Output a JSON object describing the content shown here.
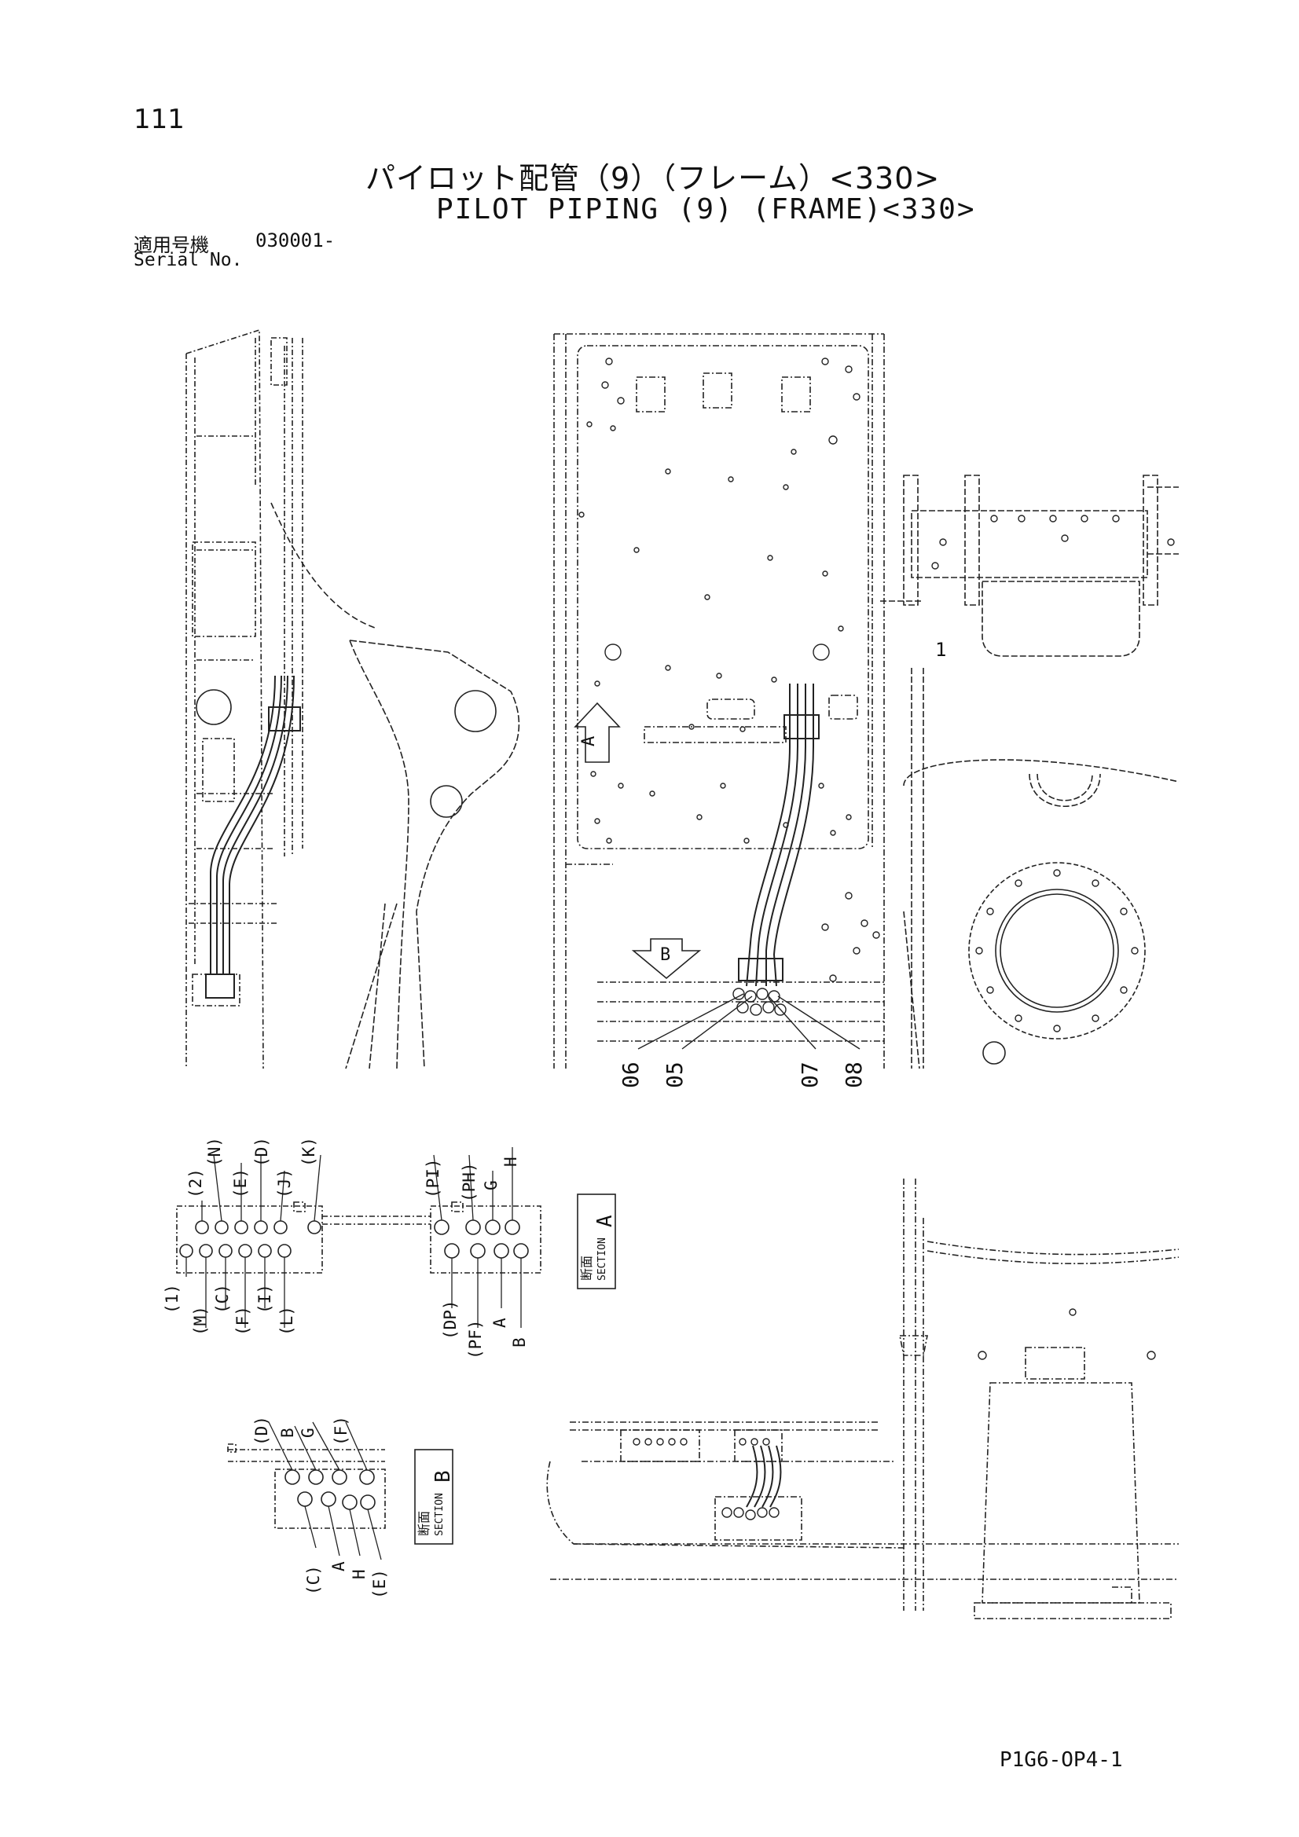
{
  "header": {
    "page_number": "111",
    "title_jp": "パイロット配管（9）（フレーム）<330>",
    "title_en": "PILOT PIPING (9) (FRAME)<330>",
    "serial_label_jp": "適用号機",
    "serial_value": "030001-",
    "serial_label_en": "Serial No."
  },
  "callouts": [
    "06",
    "05",
    "07",
    "08"
  ],
  "part_number_1": "1",
  "section_a": {
    "jp": "断面",
    "en": "SECTION",
    "letter": "A",
    "top_left_ports": [
      "(2)",
      "(N)",
      "(E)",
      "(D)",
      "(J)",
      "(K)"
    ],
    "bottom_left_ports": [
      "(1)",
      "(M)",
      "(C)",
      "(F)",
      "(I)",
      "(L)"
    ],
    "top_right_ports": [
      "(PI)",
      "(PH)",
      "G",
      "H"
    ],
    "bottom_right_ports": [
      "(DP)",
      "(PF)",
      "A",
      "B"
    ]
  },
  "section_b": {
    "jp": "断面",
    "en": "SECTION",
    "letter": "B",
    "top_ports": [
      "(D)",
      "B",
      "G",
      "(F)"
    ],
    "bottom_ports": [
      "(C)",
      "A",
      "H",
      "(E)"
    ]
  },
  "view_arrows": {
    "a": "A",
    "b": "B"
  },
  "drawing_code": "P1G6-OP4-1"
}
